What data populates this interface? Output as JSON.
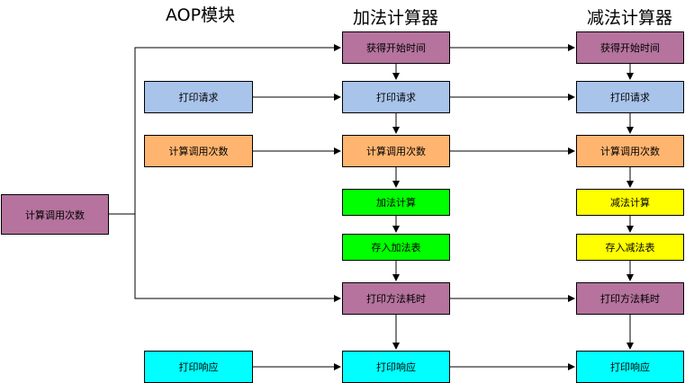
{
  "titles": {
    "aop": "AOP模块",
    "add": "加法计算器",
    "sub": "减法计算器"
  },
  "colors": {
    "purple": "#b5739d",
    "blue": "#a9c4eb",
    "orange": "#ffb570",
    "green": "#00ff00",
    "yellow": "#ffff00",
    "cyan": "#00ffff"
  },
  "aop": {
    "main": "计算调用次数",
    "print_request": "打印请求",
    "count_calls": "计算调用次数",
    "print_response": "打印响应"
  },
  "add": {
    "get_start_time": "获得开始时间",
    "print_request": "打印请求",
    "count_calls": "计算调用次数",
    "compute": "加法计算",
    "store": "存入加法表",
    "print_elapsed": "打印方法耗时",
    "print_response": "打印响应"
  },
  "sub": {
    "get_start_time": "获得开始时间",
    "print_request": "打印请求",
    "count_calls": "计算调用次数",
    "compute": "减法计算",
    "store": "存入减法表",
    "print_elapsed": "打印方法耗时",
    "print_response": "打印响应"
  }
}
